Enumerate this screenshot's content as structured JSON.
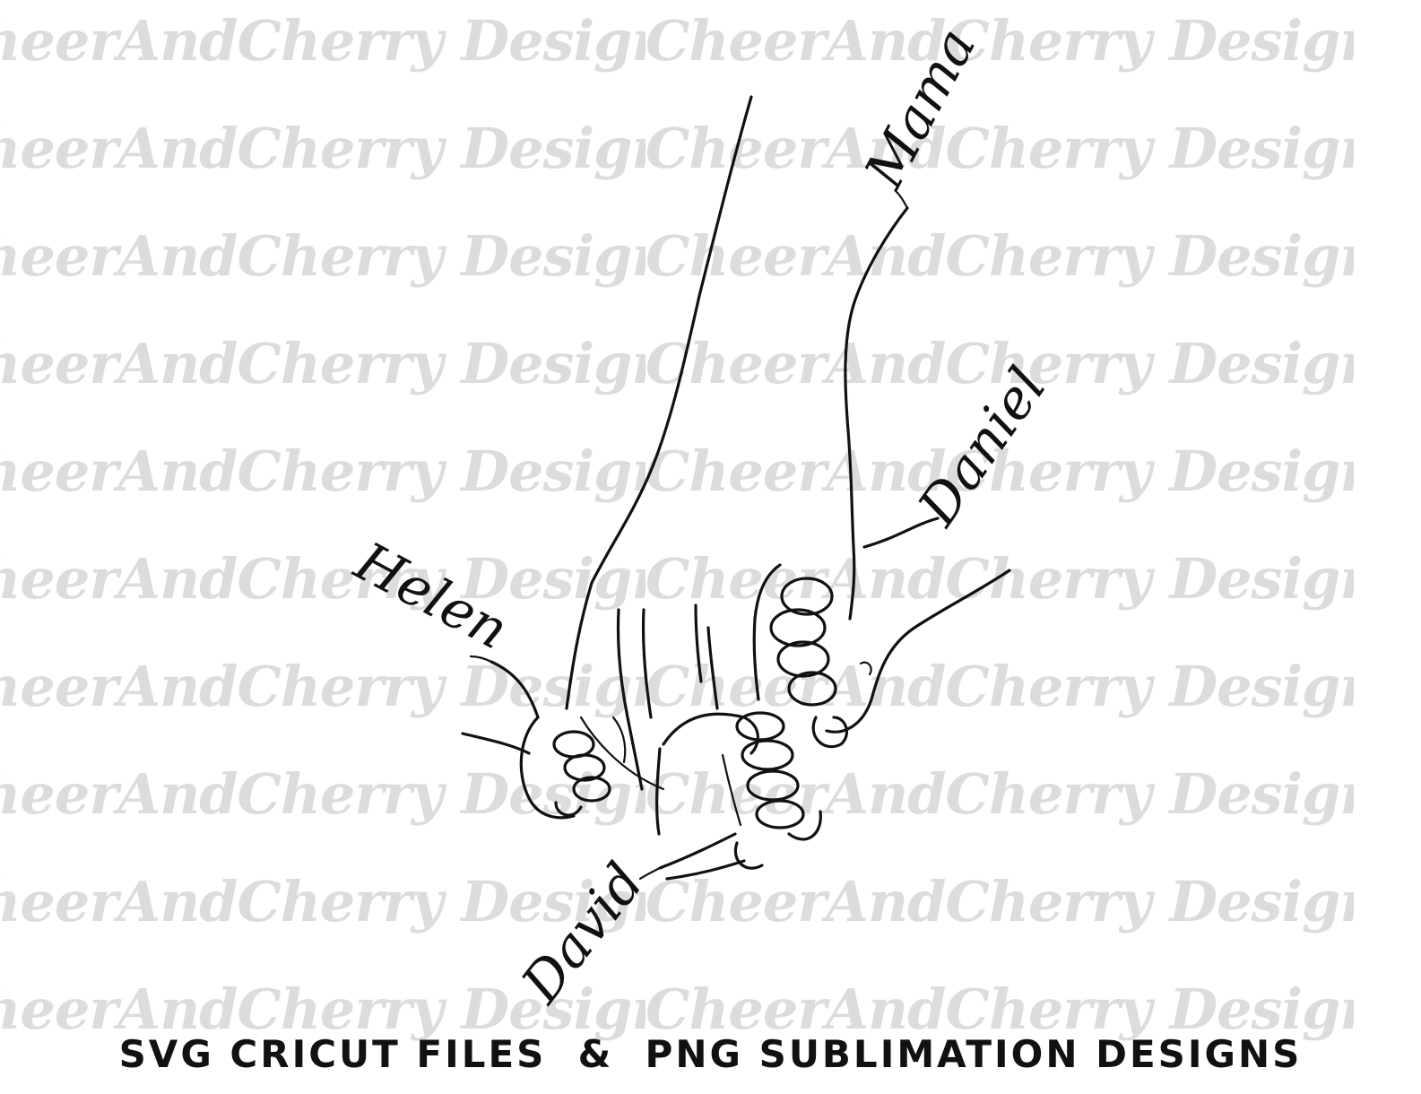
{
  "watermark": {
    "text": "CheerAndCherry Designs",
    "color": "#dcdcdc",
    "rows": 10
  },
  "names": {
    "mama": "Mama",
    "daniel": "Daniel",
    "helen": "Helen",
    "david": "David"
  },
  "footer": {
    "text": "SVG CRICUT FILES  &  PNG SUBLIMATION DESIGNS"
  },
  "colors": {
    "background": "#ffffff",
    "ink": "#111111"
  }
}
